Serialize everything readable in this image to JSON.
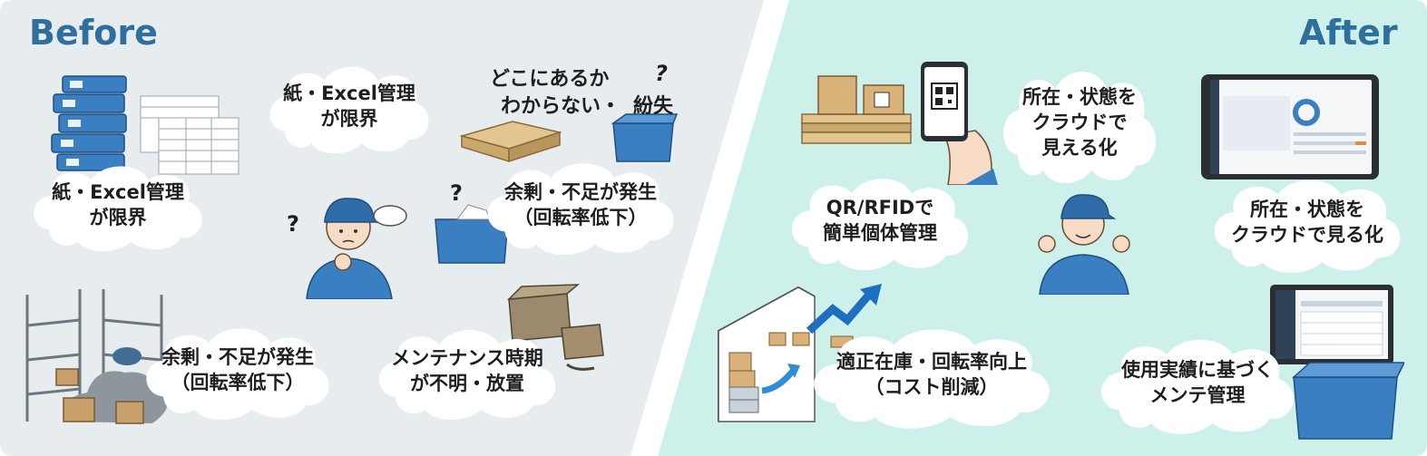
{
  "before": {
    "title": "Before",
    "bubbles": {
      "b1": "紙・Excel管理\nが限界",
      "b2": "紙・Excel管理\nが限界",
      "b3": "余剰・不足が発生\n（回転率低下）",
      "b4": "余剰・不足が発生\n（回転率低下）",
      "b5": "メンテナンス時期\nが不明・放置"
    },
    "lost_line1": "どこにあるか",
    "lost_line2": "わからない・",
    "lost_suffix": "紛失",
    "question_mark": "?"
  },
  "after": {
    "title": "After",
    "bubbles": {
      "a1": "QR/RFIDで\n簡単個体管理",
      "a2": "所在・状態を\nクラウドで\n見える化",
      "a3": "所在・状態を\nクラウドで見る化",
      "a4": "適正在庫・回転率向上\n（コスト削減）",
      "a5": "使用実績に基づく\nメンテ管理"
    }
  },
  "colors": {
    "before_bg": "#e7ecef",
    "after_bg": "#cdf1ea",
    "title": "#2e6f9e",
    "bubble_fill": "#ffffff",
    "box_blue": "#3a7fc1"
  }
}
